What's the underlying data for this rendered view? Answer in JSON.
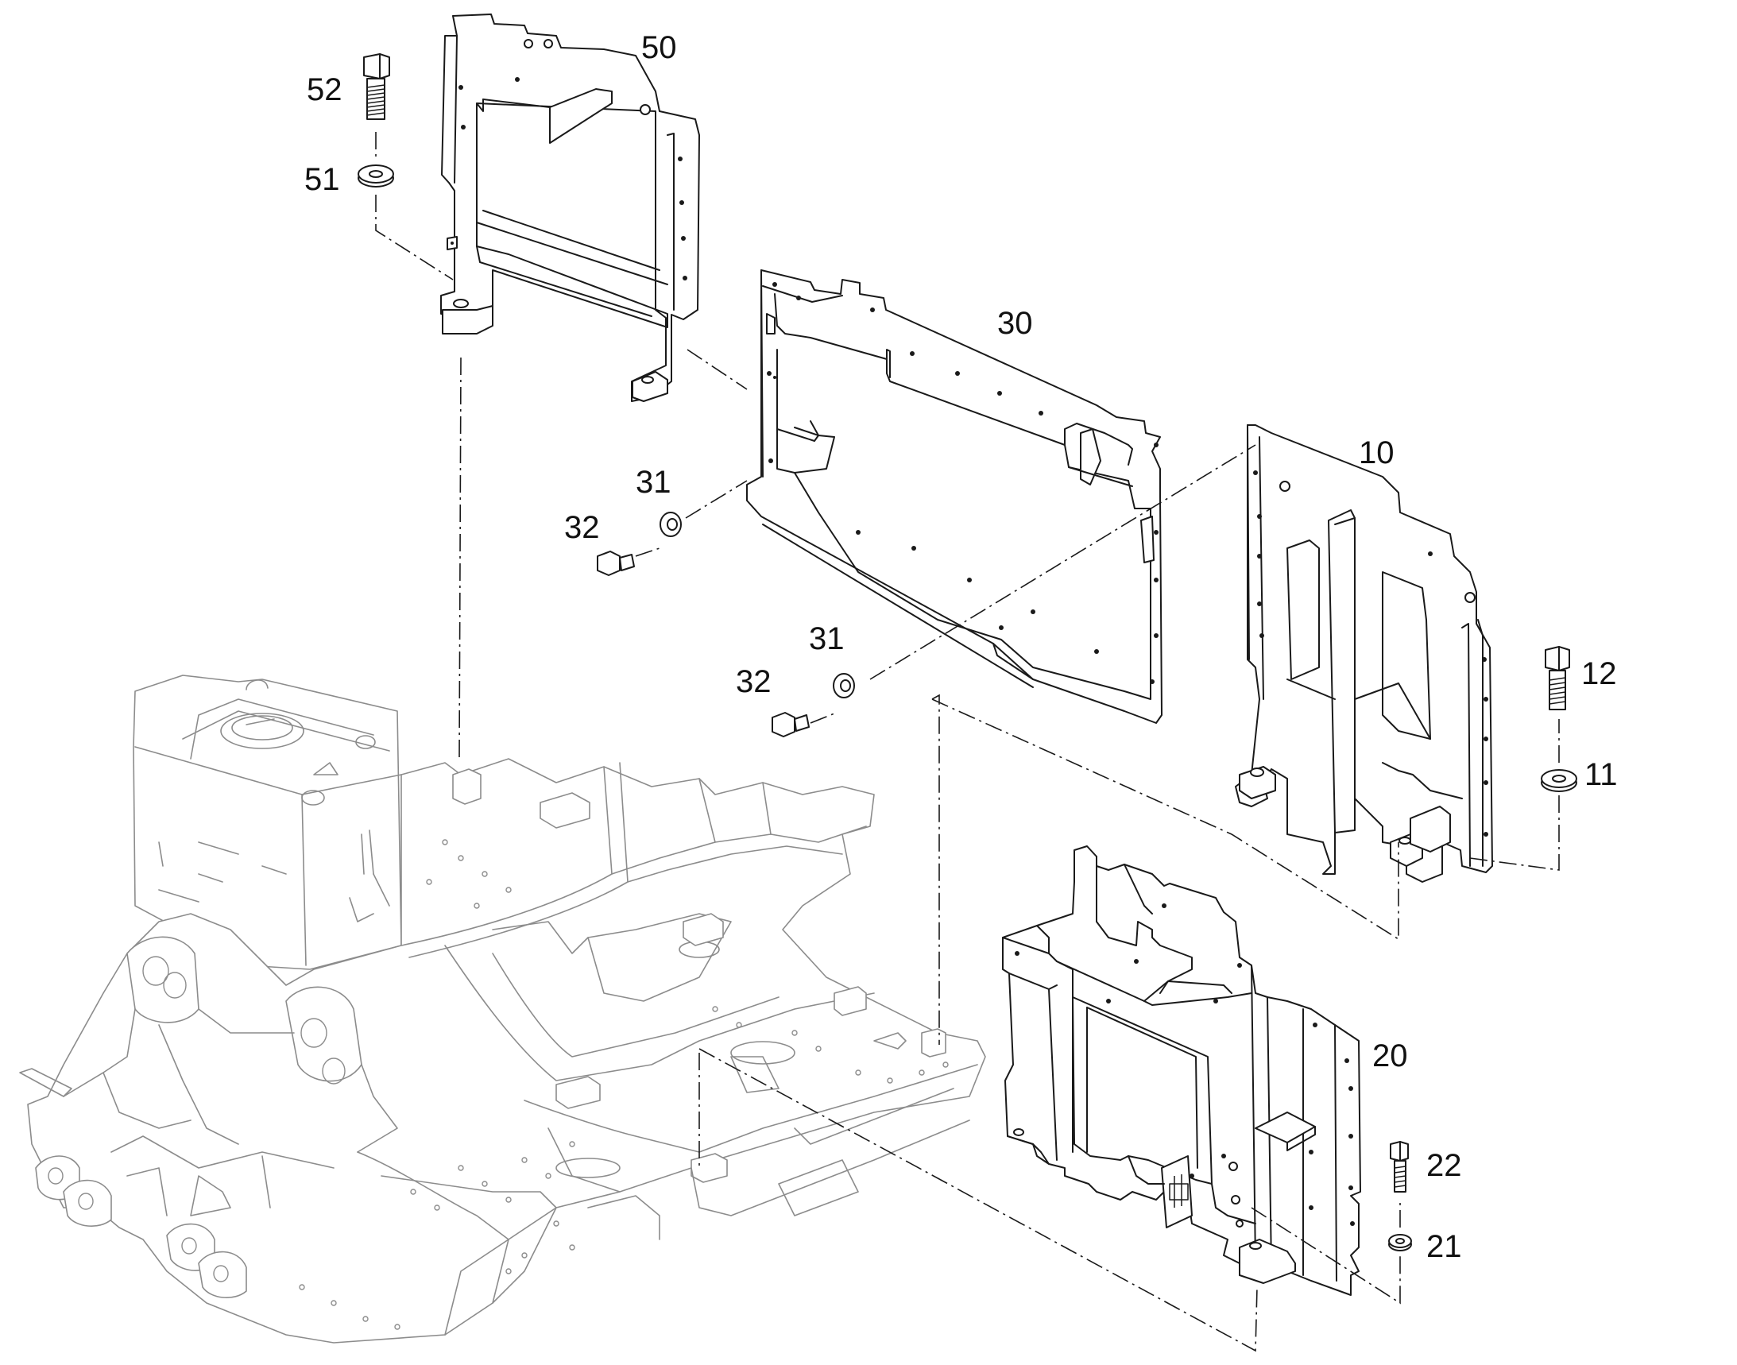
{
  "diagram": {
    "callouts": {
      "c50": "50",
      "c52": "52",
      "c51": "51",
      "c30": "30",
      "c31a": "31",
      "c32a": "32",
      "c31b": "31",
      "c32b": "32",
      "c10": "10",
      "c12": "12",
      "c11": "11",
      "c20": "20",
      "c22": "22",
      "c21": "21"
    },
    "colors": {
      "line": "#1a1a1a",
      "frame": "#8c8c8c",
      "background": "#ffffff"
    }
  }
}
